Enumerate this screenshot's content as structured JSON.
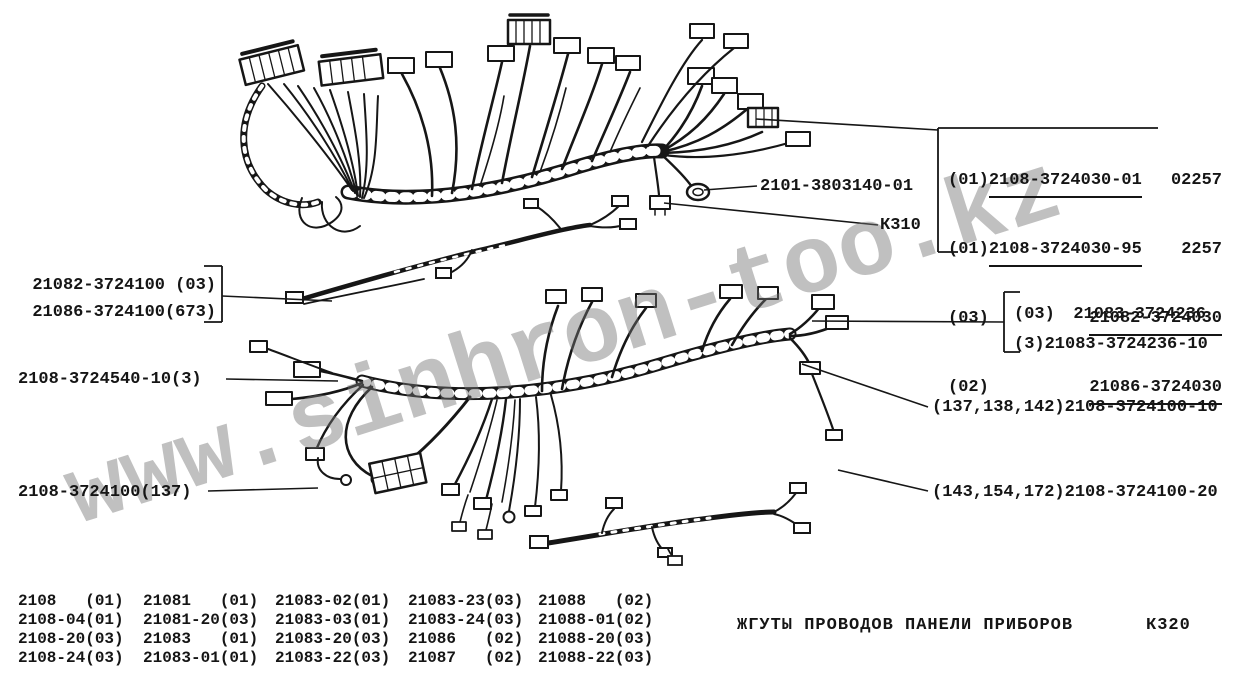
{
  "watermark": "www.sinhron-too.kz",
  "callouts": {
    "grommet_part": "2101-3803140-01",
    "relay_code": "К310",
    "box1": {
      "rows": [
        {
          "pre": "(01)",
          "part": "2108-3724030-01",
          "post": "02257"
        },
        {
          "pre": "(01)",
          "part": "2108-3724030-95",
          "post": "2257"
        },
        {
          "pre": "(03)",
          "part": "21082-3724030",
          "post": ""
        },
        {
          "pre": "(02)",
          "part": "21086-3724030",
          "post": ""
        }
      ]
    },
    "left_pair": {
      "line1": "21082-3724100 (03)",
      "line2": "21086-3724100(673)"
    },
    "harness_540": "2108-3724540-10(3)",
    "harness_137": "2108-3724100(137)",
    "box2": {
      "line1_pre": "(03)",
      "line1_part": "21083-3724236",
      "line2": "(3)21083-3724236-10"
    },
    "variant_10": "(137,138,142)2108-3724100-10",
    "variant_20": "(143,154,172)2108-3724100-20"
  },
  "table": {
    "rows": [
      [
        "2108   (01)",
        "21081   (01)",
        "21083-02(01)",
        "21083-23(03)",
        "21088   (02)"
      ],
      [
        "2108-04(01)",
        "21081-20(03)",
        "21083-03(01)",
        "21083-24(03)",
        "21088-01(02)"
      ],
      [
        "2108-20(03)",
        "21083   (01)",
        "21083-20(03)",
        "21086   (02)",
        "21088-20(03)"
      ],
      [
        "2108-24(03)",
        "21083-01(01)",
        "21083-22(03)",
        "21087   (02)",
        "21088-22(03)"
      ]
    ]
  },
  "footer": {
    "title": "ЖГУТЫ ПРОВОДОВ ПАНЕЛИ ПРИБОРОВ",
    "code": "К320"
  }
}
